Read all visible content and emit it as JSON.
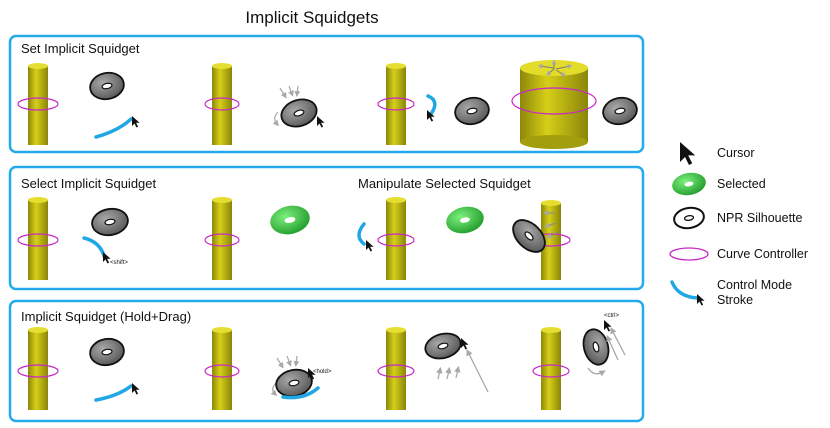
{
  "title": "Implicit Squidgets",
  "panels": [
    {
      "title": "Set Implicit Squidget"
    },
    {
      "title": "Select Implicit Squidget",
      "subtitle": "Manipulate Selected Squidget",
      "modifier": "<shift>"
    },
    {
      "title": "Implicit Squidget (Hold+Drag)",
      "modifiers": [
        "<hold>",
        "<ctrl>"
      ]
    }
  ],
  "legend": [
    {
      "icon": "cursor-icon",
      "label": "Cursor"
    },
    {
      "icon": "selected-torus-icon",
      "label": "Selected"
    },
    {
      "icon": "npr-silhouette-icon",
      "label": "NPR Silhouette"
    },
    {
      "icon": "curve-controller-icon",
      "label": "Curve Controller"
    },
    {
      "icon": "stroke-icon",
      "label_line1": "Control Mode",
      "label_line2": "Stroke"
    }
  ],
  "colors": {
    "border": "#22aaea",
    "stroke": "#1fa7e6",
    "cylinder": "#c9c211",
    "ring": "#c826c8",
    "torus": "#7a7a7a",
    "selected": "#39c24a",
    "arrow": "#a8a8a8"
  }
}
